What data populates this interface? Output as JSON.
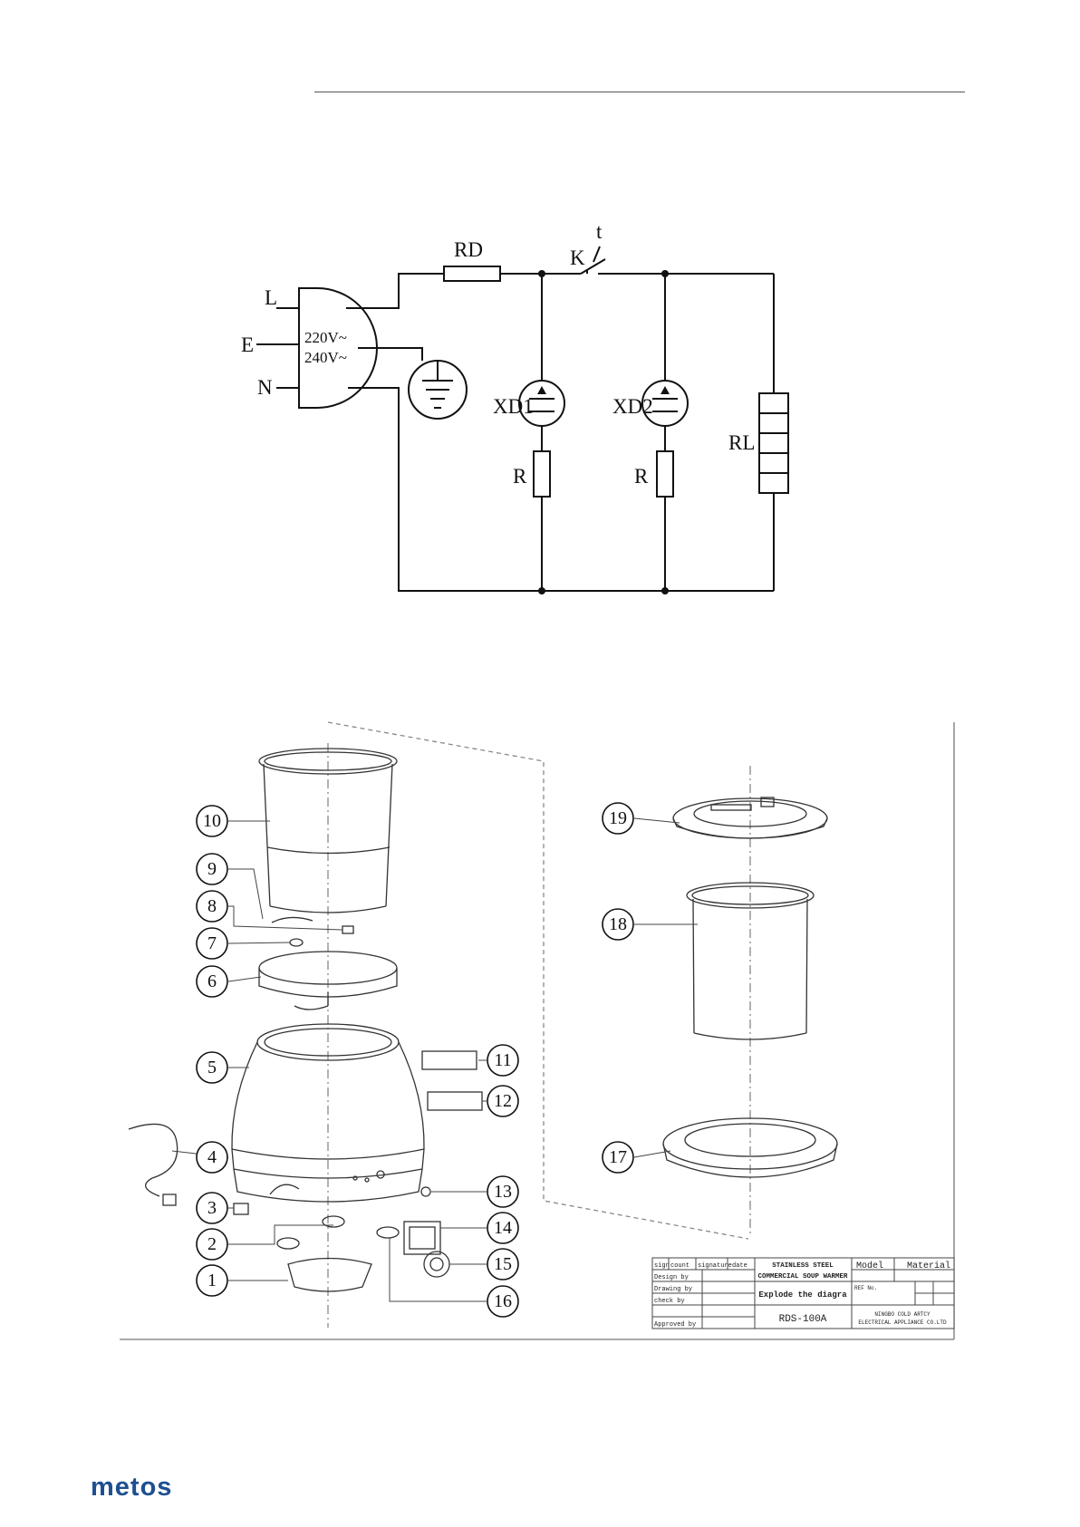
{
  "circuit": {
    "terminals": {
      "L": "L",
      "E": "E",
      "N": "N"
    },
    "voltage_1": "220V~",
    "voltage_2": "240V~",
    "fuse": "RD",
    "thermostat": "K",
    "thermostat_symbol": "t",
    "lamp_1": "XD1",
    "lamp_2": "XD2",
    "resistor_1": "R",
    "resistor_2": "R",
    "heater": "RL"
  },
  "explode": {
    "callouts": [
      "1",
      "2",
      "3",
      "4",
      "5",
      "6",
      "7",
      "8",
      "9",
      "10",
      "11",
      "12",
      "13",
      "14",
      "15",
      "16",
      "17",
      "18",
      "19"
    ]
  },
  "title_block": {
    "col_headers": [
      "sign",
      "count",
      "signature",
      "date"
    ],
    "product_line1": "STAINLESS STEEL",
    "product_line2": "COMMERCIAL SOUP WARMER",
    "model_label": "Model",
    "material_label": "Material",
    "design_by": "Design by",
    "drawing_by": "Drawing by",
    "check_by": "check by",
    "approved_by": "Approved by",
    "drawing_title": "Explode the diagra",
    "ref_label": "REF No.",
    "model_number": "RDS-100A",
    "company_line1": "NINGBO COLD ARTCY",
    "company_line2": "ELECTRICAL APPLIANCE CO.LTD"
  },
  "footer": {
    "logo": "metos"
  }
}
